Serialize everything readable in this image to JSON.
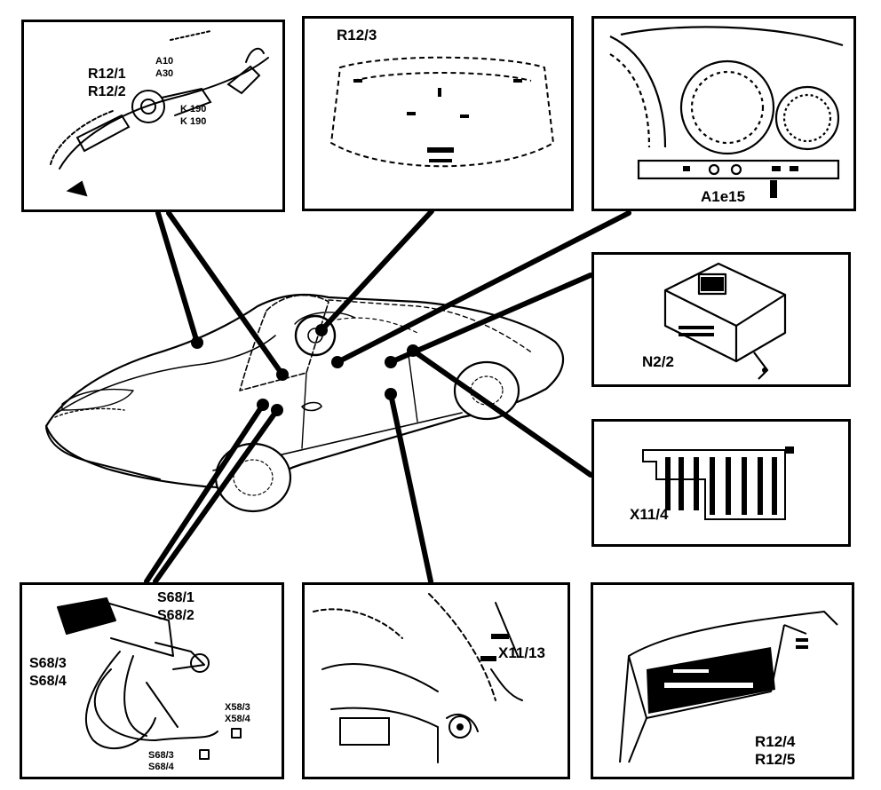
{
  "panels": {
    "p1": {
      "labels": {
        "a": "R12/1",
        "b": "R12/2",
        "c": "A10",
        "d": "A30",
        "e": "K 190",
        "f": "K 190"
      }
    },
    "p2": {
      "labels": {
        "a": "R12/3"
      }
    },
    "p3": {
      "labels": {
        "a": "A1e15"
      }
    },
    "p4": {
      "labels": {
        "a": "N2/2"
      }
    },
    "p5": {
      "labels": {
        "a": "X11/4"
      }
    },
    "p6": {
      "labels": {
        "a": "S68/1",
        "b": "S68/2",
        "c": "S68/3",
        "d": "S68/4",
        "e": "X58/3",
        "f": "X58/4",
        "g": "S68/3",
        "h": "S68/4"
      }
    },
    "p7": {
      "labels": {
        "a": "X11/13"
      }
    },
    "p8": {
      "labels": {
        "a": "R12/4",
        "b": "R12/5"
      }
    }
  }
}
